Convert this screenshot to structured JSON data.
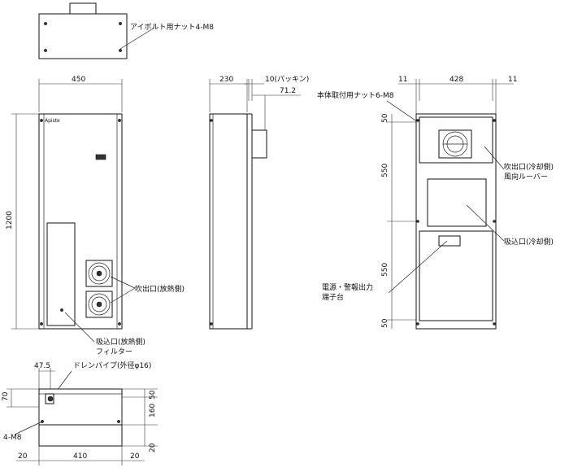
{
  "labels": {
    "eyebolt_nut": "アイボルト用ナット4-M8",
    "exhaust_hot": "吹出口(放熱側)",
    "intake_hot": "吸込口(放熱側)",
    "filter": "フィルター",
    "drain_pipe": "ドレンパイプ(外径φ16)",
    "four_m8": "4-M8",
    "packing": "10(パッキン)",
    "body_mount_nut": "本体取付用ナット6-M8",
    "exhaust_cold": "吹出口(冷却側)",
    "louver": "風向ルーバー",
    "intake_cold": "吸込口(冷却側)",
    "power_alarm_line1": "電源・警報出力",
    "power_alarm_line2": "端子台"
  },
  "dimensions": {
    "front_width": "450",
    "height": "1200",
    "side_depth": "230",
    "side_71": "71.2",
    "back_11_left": "11",
    "back_width": "428",
    "back_11_right": "11",
    "back_50_top": "50",
    "back_550_upper": "550",
    "back_550_lower": "550",
    "back_50_bottom": "50",
    "bottom_47_5": "47.5",
    "bottom_70": "70",
    "bottom_50": "50",
    "bottom_160": "160",
    "bottom_20_right": "20",
    "bottom_20_left": "20",
    "bottom_410": "410",
    "bottom_20_bottom": "20"
  }
}
